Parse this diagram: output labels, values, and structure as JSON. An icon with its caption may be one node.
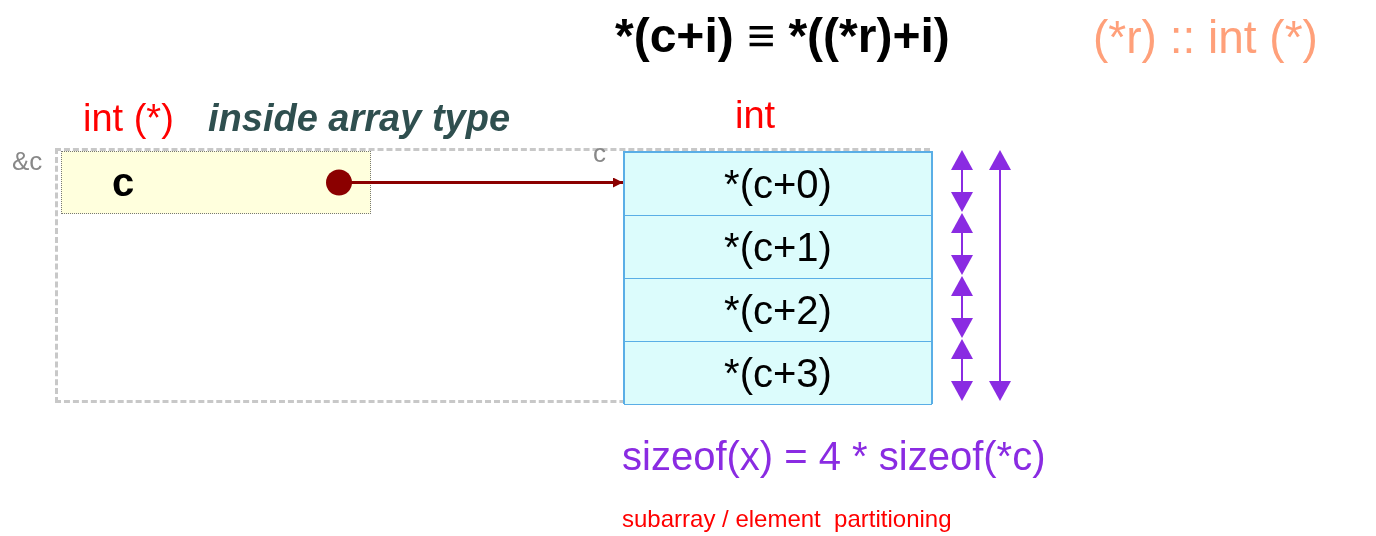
{
  "diagram": {
    "title": "*(c+i) ≡ *((*r)+i)",
    "nodes": [
      {
        "text": [],
        "shape": "box",
        "beside": [
          "&c"
        ]
      },
      {
        "text": [
          "c"
        ],
        "in": 0,
        "beside": [
          "int (*)",
          "inside array type"
        ]
      },
      {
        "text": [],
        "shape": "box",
        "in": 0,
        "beside": [
          "int",
          "c"
        ]
      },
      {
        "text": [
          "*(c+0)"
        ],
        "in": 2
      },
      {
        "text": [
          "*(c+1)"
        ],
        "in": 2
      },
      {
        "text": [
          "*(c+2)"
        ],
        "in": 2
      },
      {
        "text": [
          "*(c+3)"
        ],
        "in": 2
      }
    ],
    "edges": [
      {
        "from": 1,
        "to": 2,
        "arrow": "to",
        "color": "#8b0000"
      }
    ],
    "labels": [
      "(*r) :: int (*)",
      "sizeof(x) = 4 * sizeof(*c)",
      "subarray / element  partitioning"
    ]
  }
}
